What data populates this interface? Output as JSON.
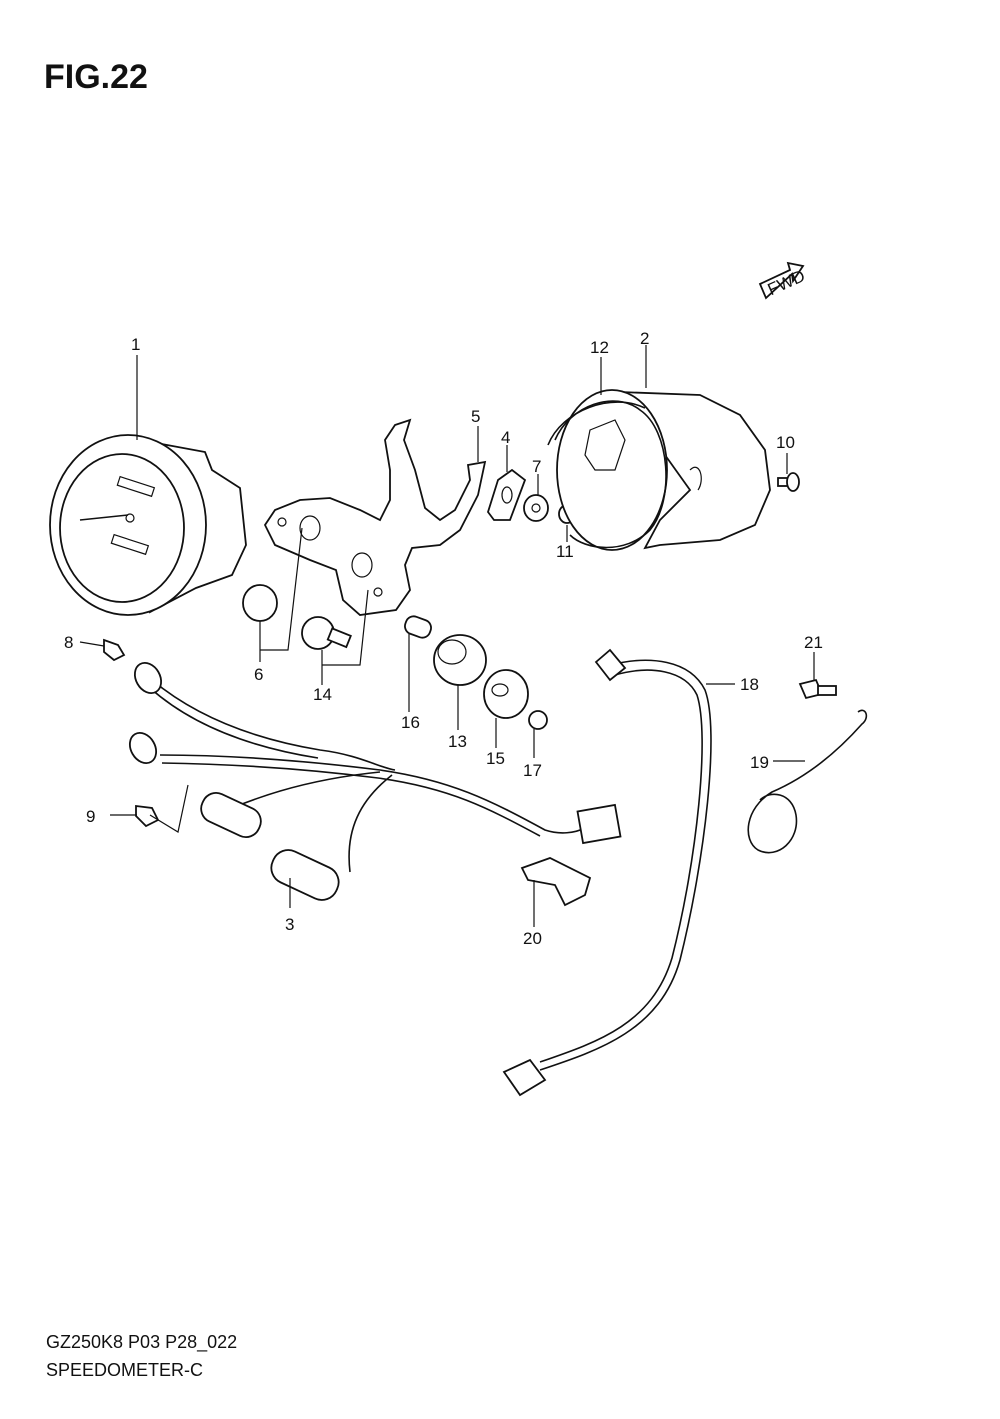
{
  "figure": {
    "title": "FIG.22",
    "model_code": "GZ250K8 P03 P28_022",
    "name": "SPEEDOMETER-C",
    "direction_label": "FWD",
    "callouts": [
      "1",
      "2",
      "3",
      "4",
      "5",
      "6",
      "7",
      "8",
      "9",
      "10",
      "11",
      "12",
      "13",
      "14",
      "15",
      "16",
      "17",
      "18",
      "19",
      "20",
      "21"
    ]
  }
}
